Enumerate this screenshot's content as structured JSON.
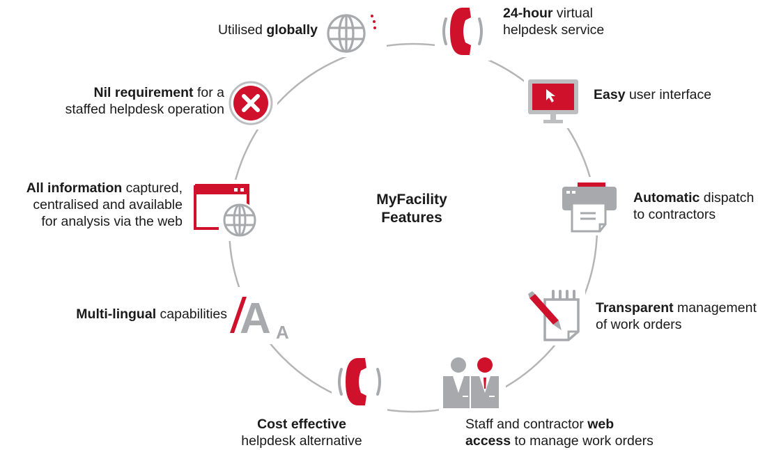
{
  "title": {
    "line1": "MyFacility",
    "line2": "Features"
  },
  "colors": {
    "accent": "#d0112b",
    "gray": "#a7a9ac",
    "text": "#1a1a1a"
  },
  "features": [
    {
      "bold": "24-hour",
      "rest": " virtual",
      "line2": "helpdesk service",
      "icon": "phone-icon"
    },
    {
      "bold": "Easy",
      "rest": " user interface",
      "icon": "monitor-cursor-icon"
    },
    {
      "bold": "Automatic",
      "rest": " dispatch",
      "line2": "to contractors",
      "icon": "printer-icon"
    },
    {
      "bold": "Transparent",
      "rest": " management",
      "line2": "of work orders",
      "icon": "pen-notepad-icon"
    },
    {
      "pre": "Staff and contractor ",
      "bold": "web",
      "bold2": "access",
      "rest2": " to manage work orders",
      "icon": "people-icon"
    },
    {
      "bold": "Cost effective",
      "line2": "helpdesk alternative",
      "icon": "phone-dollar-icon"
    },
    {
      "bold": "Multi-lingual",
      "rest": " capabilities",
      "icon": "font-letters-icon"
    },
    {
      "bold": "All information",
      "rest": " captured,",
      "line2": "centralised and available",
      "line3": "for analysis via the web",
      "icon": "browser-globe-icon"
    },
    {
      "bold": "Nil requirement",
      "rest": " for a",
      "line2": "staffed helpdesk operation",
      "icon": "close-circle-icon"
    },
    {
      "pre": "Utilised ",
      "bold": "globally",
      "icon": "globe-icon"
    }
  ],
  "icon_text": {
    "letter_big": "A",
    "letter_small": "A",
    "dollar": "$"
  }
}
